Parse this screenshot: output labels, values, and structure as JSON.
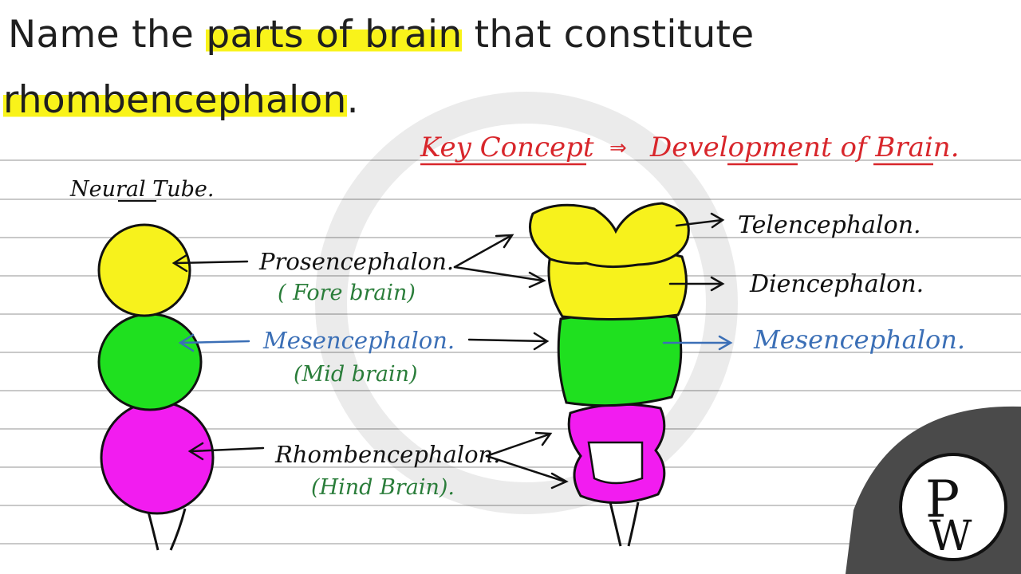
{
  "question": {
    "line1_pre": "Name the ",
    "line1_highlight": "parts of brain",
    "line1_post": " that constitute",
    "line2_highlight": "rhombencephalon",
    "line2_post": "."
  },
  "key_concept": {
    "part1": "Key Concept",
    "arrow": "⇒",
    "part2": "Development of Brain."
  },
  "neural_tube_label": "Neural Tube.",
  "left_labels": {
    "prosencephalon": "Prosencephalon.",
    "fore_brain": "( Fore brain)",
    "mesencephalon": "Mesencephalon.",
    "mid_brain": "(Mid brain)",
    "rhombencephalon": "Rhombencephalon.",
    "hind_brain": "(Hind Brain)."
  },
  "right_labels": {
    "telencephalon": "Telencephalon.",
    "diencephalon": "Diencephalon.",
    "mesencephalon": "Mesencephalon."
  },
  "logo": {
    "p": "P",
    "w": "W"
  },
  "colors": {
    "yellow": "#f7f21c",
    "green": "#1fe01f",
    "magenta": "#f21cf0",
    "red_ink": "#d8262b",
    "green_ink": "#2a7d3a",
    "blue_ink": "#3b6fb6",
    "black_ink": "#111111",
    "highlight": "#f9f31a"
  }
}
